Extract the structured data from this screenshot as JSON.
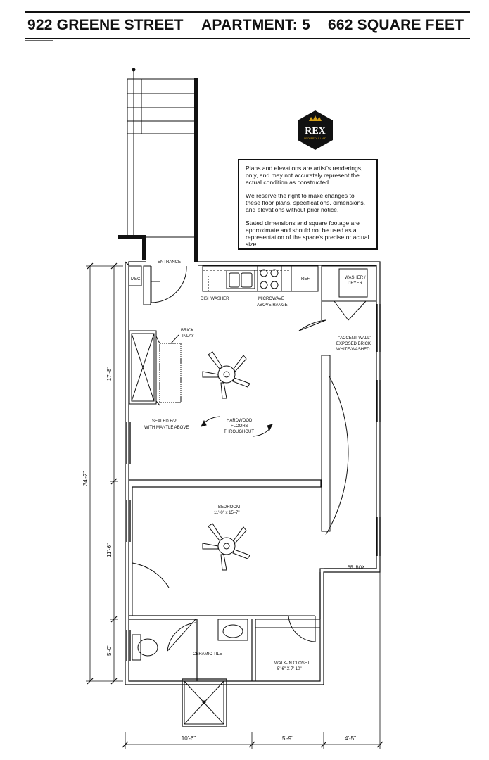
{
  "header": {
    "address": "922 GREENE STREET",
    "apartment": "APARTMENT: 5",
    "area": "662 SQUARE FEET"
  },
  "logo": {
    "name": "REX",
    "tagline": "PROPERTY & LAND",
    "icon": "crown-icon",
    "color": "#111111",
    "accent": "#d4a017"
  },
  "disclaimer": {
    "paragraphs": [
      "Plans and elevations are artist's renderings, only, and may not accurately represent the actual condition as constructed.",
      "We reserve the right to make changes to these floor plans, specifications, dimensions, and elevations without prior notice.",
      "Stated dimensions and square footage are approximate and should not be used as a representation of the space's precise or actual size."
    ]
  },
  "labels": {
    "entrance": "ENTRANCE",
    "mec": "MEC.",
    "dishwasher": "DISHWASHER",
    "microwave_1": "MICROWAVE",
    "microwave_2": "ABOVE RANGE",
    "ref": "REF.",
    "washer_1": "WASHER /",
    "washer_2": "DRYER",
    "brick_1": "BRICK",
    "brick_2": "INLAY",
    "accent_1": "\"ACCENT WALL\"",
    "accent_2": "EXPOSED BRICK",
    "accent_3": "WHITE-WASHED",
    "fp_1": "SEALED F/P",
    "fp_2": "WITH MANTLE ABOVE",
    "floors_1": "HARDWOOD",
    "floors_2": "FLOORS",
    "floors_3": "THROUGHOUT",
    "bedroom_1": "BEDROOM",
    "bedroom_2": "11'-0\" x 15'-7\"",
    "brbox": "BR. BOX",
    "ceramic": "CERAMIC TILE",
    "closet_1": "WALK-IN CLOSET",
    "closet_2": "5'-6\" X 7'-10\""
  },
  "dimensions": {
    "overall_height": "34'-2\"",
    "living_height": "17'-8\"",
    "bedroom_height": "11'-6\"",
    "bath_height": "5'-0\"",
    "bath_width": "10'-6\"",
    "closet_width": "5'-9\"",
    "right_width": "4'-5\""
  }
}
